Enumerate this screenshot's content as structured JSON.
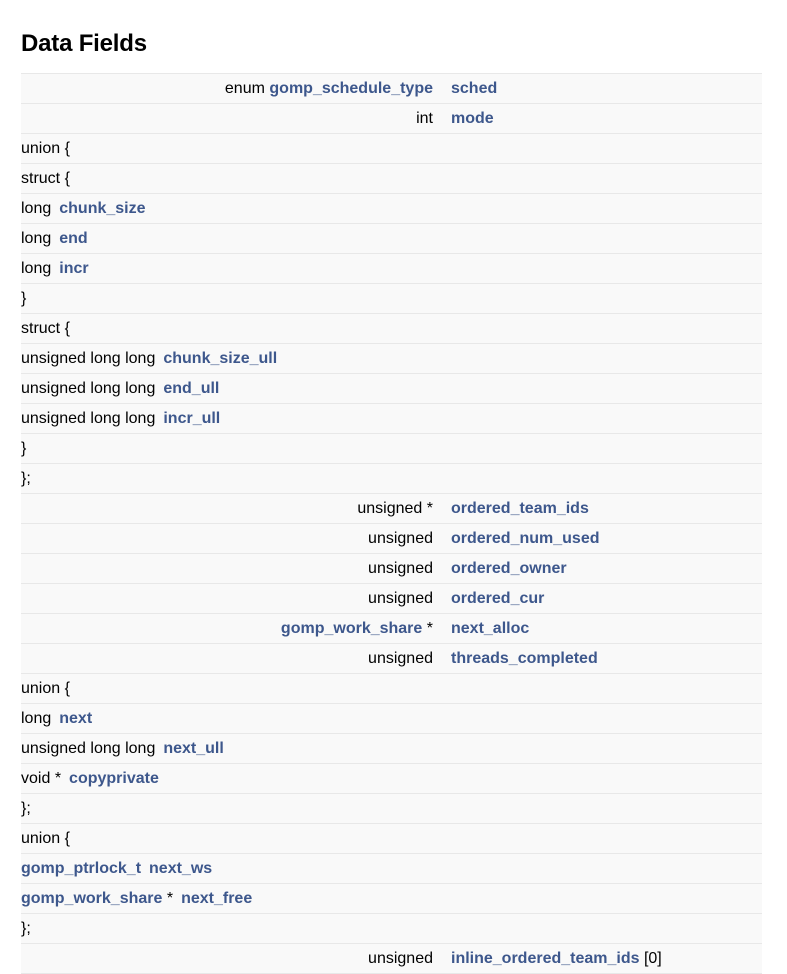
{
  "page": {
    "title": "Data Fields"
  },
  "colors": {
    "link": "#3d578c",
    "text": "#000000",
    "row_bg": "#f9f9f9",
    "row_border": "#e8e8e8",
    "page_bg": "#ffffff"
  },
  "table": {
    "rows": [
      {
        "kind": "member",
        "type_prefix": "enum",
        "type_link": "gomp_schedule_type",
        "type_suffix": "",
        "name": "sched",
        "name_suffix": ""
      },
      {
        "kind": "member",
        "type_prefix": "int",
        "type_link": "",
        "type_suffix": "",
        "name": "mode",
        "name_suffix": ""
      },
      {
        "kind": "marker",
        "indent": 0,
        "text": "union {"
      },
      {
        "kind": "marker",
        "indent": 1,
        "text": "struct {"
      },
      {
        "kind": "inner",
        "indent": 2,
        "type_prefix": "long",
        "type_link": "",
        "type_suffix": "",
        "name": "chunk_size",
        "name_suffix": ""
      },
      {
        "kind": "inner",
        "indent": 2,
        "type_prefix": "long",
        "type_link": "",
        "type_suffix": "",
        "name": "end",
        "name_suffix": ""
      },
      {
        "kind": "inner",
        "indent": 2,
        "type_prefix": "long",
        "type_link": "",
        "type_suffix": "",
        "name": "incr",
        "name_suffix": ""
      },
      {
        "kind": "marker-full",
        "indent": 1,
        "text": "}"
      },
      {
        "kind": "marker",
        "indent": 1,
        "text": "struct {"
      },
      {
        "kind": "inner",
        "indent": 2,
        "type_prefix": "unsigned long long",
        "type_link": "",
        "type_suffix": "",
        "name": "chunk_size_ull",
        "name_suffix": ""
      },
      {
        "kind": "inner",
        "indent": 2,
        "type_prefix": "unsigned long long",
        "type_link": "",
        "type_suffix": "",
        "name": "end_ull",
        "name_suffix": ""
      },
      {
        "kind": "inner",
        "indent": 2,
        "type_prefix": "unsigned long long",
        "type_link": "",
        "type_suffix": "",
        "name": "incr_ull",
        "name_suffix": ""
      },
      {
        "kind": "marker-full",
        "indent": 1,
        "text": "}"
      },
      {
        "kind": "marker-full",
        "indent": 0,
        "text": "};"
      },
      {
        "kind": "member",
        "type_prefix": "unsigned",
        "type_link": "",
        "type_suffix": "*",
        "name": "ordered_team_ids",
        "name_suffix": ""
      },
      {
        "kind": "member",
        "type_prefix": "unsigned",
        "type_link": "",
        "type_suffix": "",
        "name": "ordered_num_used",
        "name_suffix": ""
      },
      {
        "kind": "member",
        "type_prefix": "unsigned",
        "type_link": "",
        "type_suffix": "",
        "name": "ordered_owner",
        "name_suffix": ""
      },
      {
        "kind": "member",
        "type_prefix": "unsigned",
        "type_link": "",
        "type_suffix": "",
        "name": "ordered_cur",
        "name_suffix": ""
      },
      {
        "kind": "member",
        "type_prefix": "",
        "type_link": "gomp_work_share",
        "type_suffix": "*",
        "name": "next_alloc",
        "name_suffix": ""
      },
      {
        "kind": "member",
        "type_prefix": "unsigned",
        "type_link": "",
        "type_suffix": "",
        "name": "threads_completed",
        "name_suffix": ""
      },
      {
        "kind": "marker",
        "indent": 0,
        "text": "union {"
      },
      {
        "kind": "inner",
        "indent": 1,
        "type_prefix": "long",
        "type_link": "",
        "type_suffix": "",
        "name": "next",
        "name_suffix": ""
      },
      {
        "kind": "inner",
        "indent": 1,
        "type_prefix": "unsigned long long",
        "type_link": "",
        "type_suffix": "",
        "name": "next_ull",
        "name_suffix": ""
      },
      {
        "kind": "inner",
        "indent": 1,
        "type_prefix": "void",
        "type_link": "",
        "type_suffix": "*",
        "name": "copyprivate",
        "name_suffix": ""
      },
      {
        "kind": "marker-full",
        "indent": 0,
        "text": "};"
      },
      {
        "kind": "marker",
        "indent": 0,
        "text": "union {"
      },
      {
        "kind": "inner",
        "indent": 1,
        "type_prefix": "",
        "type_link": "gomp_ptrlock_t",
        "type_suffix": "",
        "name": "next_ws",
        "name_suffix": ""
      },
      {
        "kind": "inner",
        "indent": 1,
        "type_prefix": "",
        "type_link": "gomp_work_share",
        "type_suffix": "*",
        "name": "next_free",
        "name_suffix": ""
      },
      {
        "kind": "marker-full",
        "indent": 0,
        "text": "};"
      },
      {
        "kind": "member",
        "type_prefix": "unsigned",
        "type_link": "",
        "type_suffix": "",
        "name": "inline_ordered_team_ids",
        "name_suffix": "[0]"
      }
    ]
  }
}
